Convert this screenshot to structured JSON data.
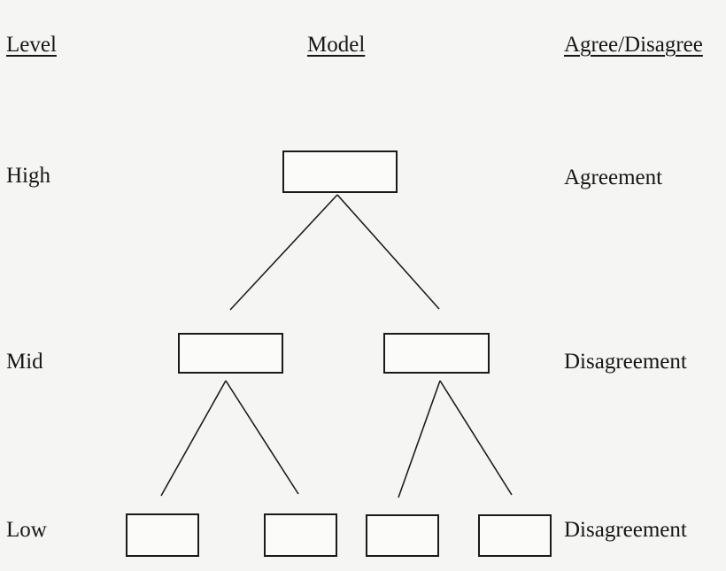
{
  "diagram": {
    "title_semantic": "Three-level model tree with agreement levels",
    "headers": {
      "level": "Level",
      "model": "Model",
      "agree_disagree": "Agree/Disagree"
    },
    "rows": [
      {
        "level": "High",
        "node_count": 1,
        "agreement": "Agreement"
      },
      {
        "level": "Mid",
        "node_count": 2,
        "agreement": "Disagreement"
      },
      {
        "level": "Low",
        "node_count": 4,
        "agreement": "Disagreement"
      }
    ],
    "tree": {
      "type": "binary-tree",
      "levels": 3,
      "nodes_per_level": [
        1,
        2,
        4
      ],
      "node_labels": [
        "",
        "",
        "",
        "",
        "",
        "",
        ""
      ]
    },
    "colors": {
      "background": "#f5f5f4",
      "line": "#1d1d1d",
      "text": "#161616",
      "node_border": "#1a1a1a",
      "node_fill": "#fbfbfa"
    }
  }
}
